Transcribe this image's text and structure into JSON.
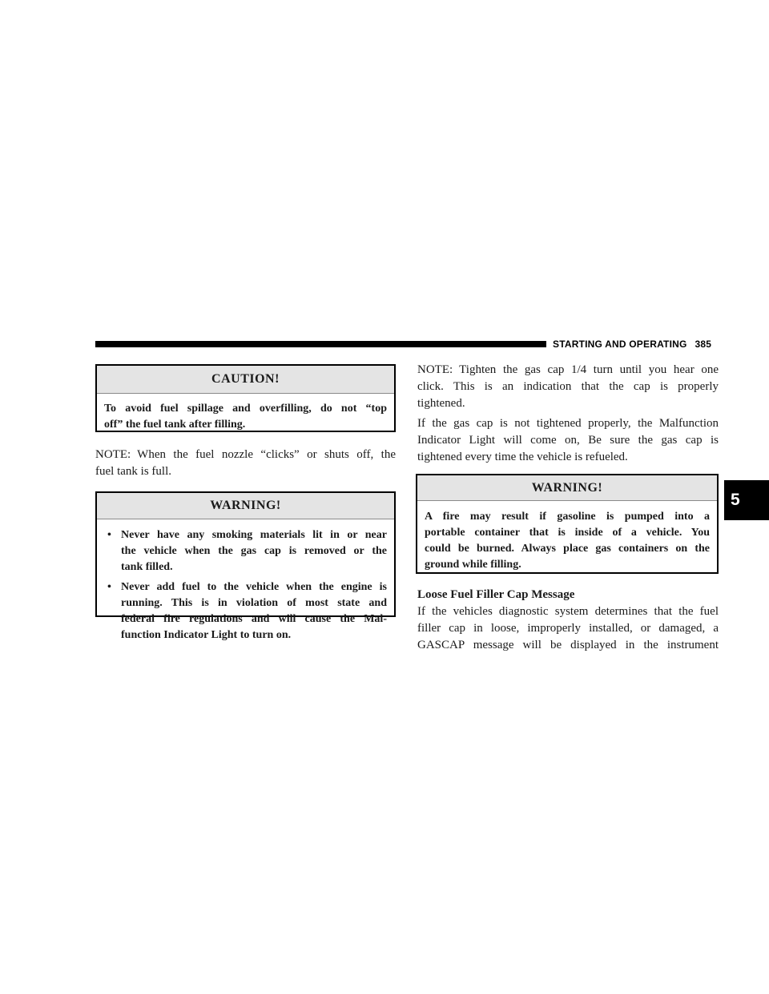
{
  "header": {
    "section": "STARTING AND OPERATING",
    "page_number": "385"
  },
  "chapter_tab": "5",
  "left_column": {
    "caution": {
      "title": "CAUTION!",
      "lines": [
        "To avoid fuel spillage and overfilling, do not “top",
        "off” the fuel tank after filling."
      ]
    },
    "note": {
      "label": "NOTE:",
      "line1": "When the fuel nozzle “clicks” or shuts off, the",
      "line2": "fuel tank is full."
    },
    "warning": {
      "title": "WARNING!",
      "bullet": "•",
      "items": [
        {
          "lines": [
            "Never have any smoking materials lit in or near",
            "the vehicle when the gas cap is removed or the",
            "tank filled."
          ]
        },
        {
          "lines": [
            "Never add fuel to the vehicle when the engine is",
            "running. This is in violation of most state and",
            "federal fire regulations and will cause the Mal-",
            "function Indicator Light to turn on."
          ]
        }
      ]
    }
  },
  "right_column": {
    "note": {
      "label": "NOTE:",
      "line1": "Tighten the gas cap 1/4 turn until you hear one",
      "line2": "click. This is an indication that the cap is properly",
      "line3": "tightened."
    },
    "paragraph": [
      "If the gas cap is not tightened properly, the Malfunction",
      "Indicator Light will come on, Be sure the gas cap is",
      "tightened every time the vehicle is refueled."
    ],
    "warning": {
      "title": "WARNING!",
      "lines": [
        "A fire may result if gasoline is pumped into a",
        "portable container that is inside of a vehicle. You",
        "could be burned. Always place gas containers on the",
        "ground while filling."
      ]
    },
    "subheading": "Loose Fuel Filler Cap Message",
    "final_paragraph": [
      "If the vehicles diagnostic system determines that the fuel",
      "filler cap in loose, improperly installed, or damaged, a",
      "GASCAP message will be displayed in the instrument"
    ]
  }
}
